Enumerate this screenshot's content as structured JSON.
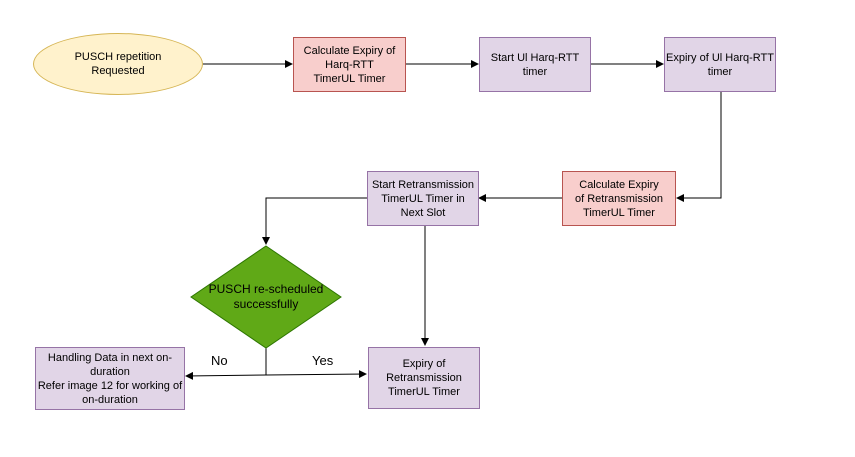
{
  "nodes": {
    "pusch_request": "PUSCH repetition\nRequested",
    "calc_harq": "Calculate Expiry  of\nHarq-RTT\nTimerUL Timer",
    "start_harq": "Start Ul Harq-RTT\ntimer",
    "expiry_harq": "Expiry of Ul Harq-RTT\ntimer",
    "calc_retx": "Calculate Expiry\nof  Retransmission\nTimerUL Timer",
    "start_retx": "Start Retransmission\nTimerUL Timer in\nNext Slot",
    "decision": "PUSCH re-scheduled\nsuccessfully",
    "handling_data": "Handling Data in next on-\nduration\nRefer image 12 for working of\non-duration",
    "expiry_retx": "Expiry of\nRetransmission\nTimerUL Timer"
  },
  "edge_labels": {
    "no": "No",
    "yes": "Yes"
  },
  "colors": {
    "ellipse_fill": "#fff2cc",
    "ellipse_stroke": "#d6b656",
    "red_fill": "#f8cecc",
    "red_stroke": "#b85450",
    "purple_fill": "#e1d5e7",
    "purple_stroke": "#9673a6",
    "diamond_fill": "#60a917",
    "diamond_stroke": "#2d7600"
  }
}
